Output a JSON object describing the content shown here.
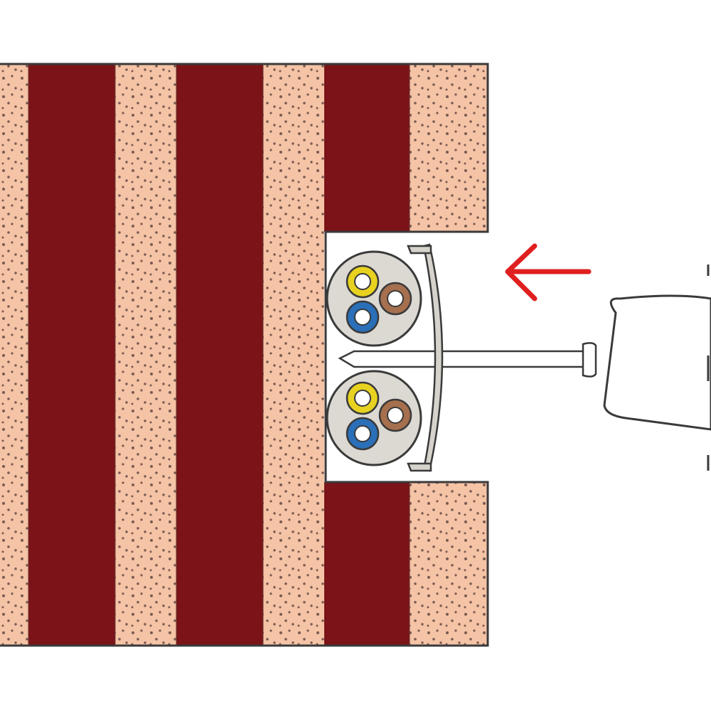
{
  "diagram": {
    "colors": {
      "background": "#ffffff",
      "plaster": "#f5c3a5",
      "plaster_dots": "#7a5a52",
      "brick": "#7b1318",
      "outline": "#3a3a3a",
      "clip_fill": "#d6d2cc",
      "cable_sheath": "#dcd8d2",
      "core_yellow": "#e8d220",
      "core_brown": "#a6704e",
      "core_blue": "#2a6fb8",
      "core_insulation": "#ffffff",
      "nail": "#ffffff",
      "hammer": "#ffffff",
      "arrow": "#e02020"
    },
    "parts": [
      "wall",
      "channel",
      "cable-top",
      "cable-bottom",
      "cable-clip",
      "nail",
      "hammer-head",
      "direction-arrow"
    ],
    "arrow_direction": "left",
    "cable_cores_per_cable": [
      "yellow",
      "brown",
      "blue"
    ]
  }
}
